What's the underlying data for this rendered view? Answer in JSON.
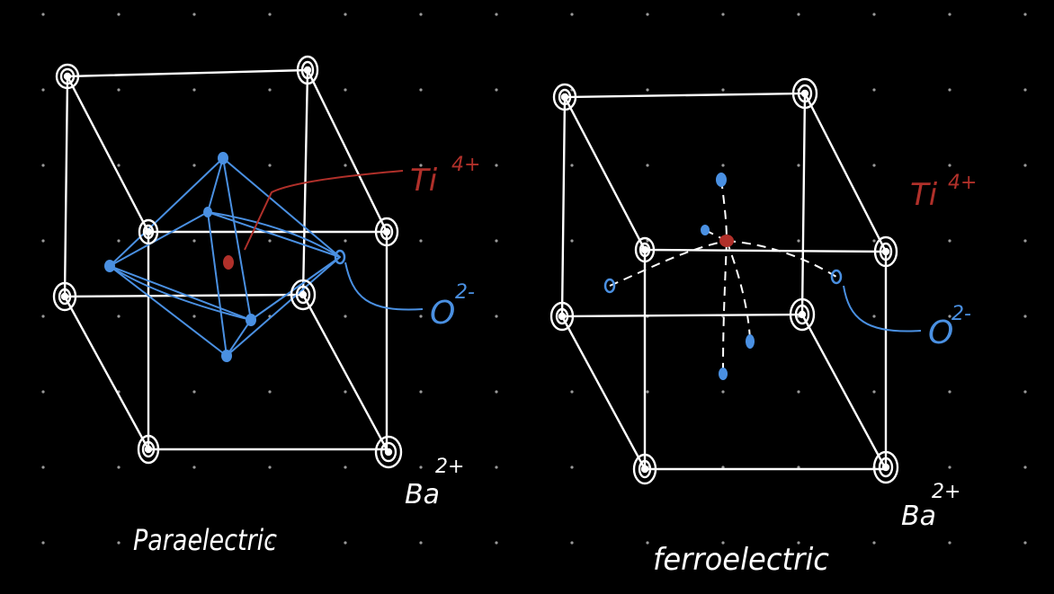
{
  "colors": {
    "background": "#000000",
    "lattice": "#ffffff",
    "oxygen": "#4a90e2",
    "titanium": "#b0302a",
    "grid_dot": "#9a9a9a"
  },
  "paraelectric": {
    "caption": "Paraelectric",
    "ti_label": "Ti",
    "ti_charge": "4+",
    "o_label": "O",
    "o_charge": "2-",
    "ba_label": "Ba",
    "ba_charge": "2+"
  },
  "ferroelectric": {
    "caption": "ferroelectric",
    "ti_label": "Ti",
    "ti_charge": "4+",
    "o_label": "O",
    "o_charge": "2-",
    "ba_label": "Ba",
    "ba_charge": "2+"
  }
}
